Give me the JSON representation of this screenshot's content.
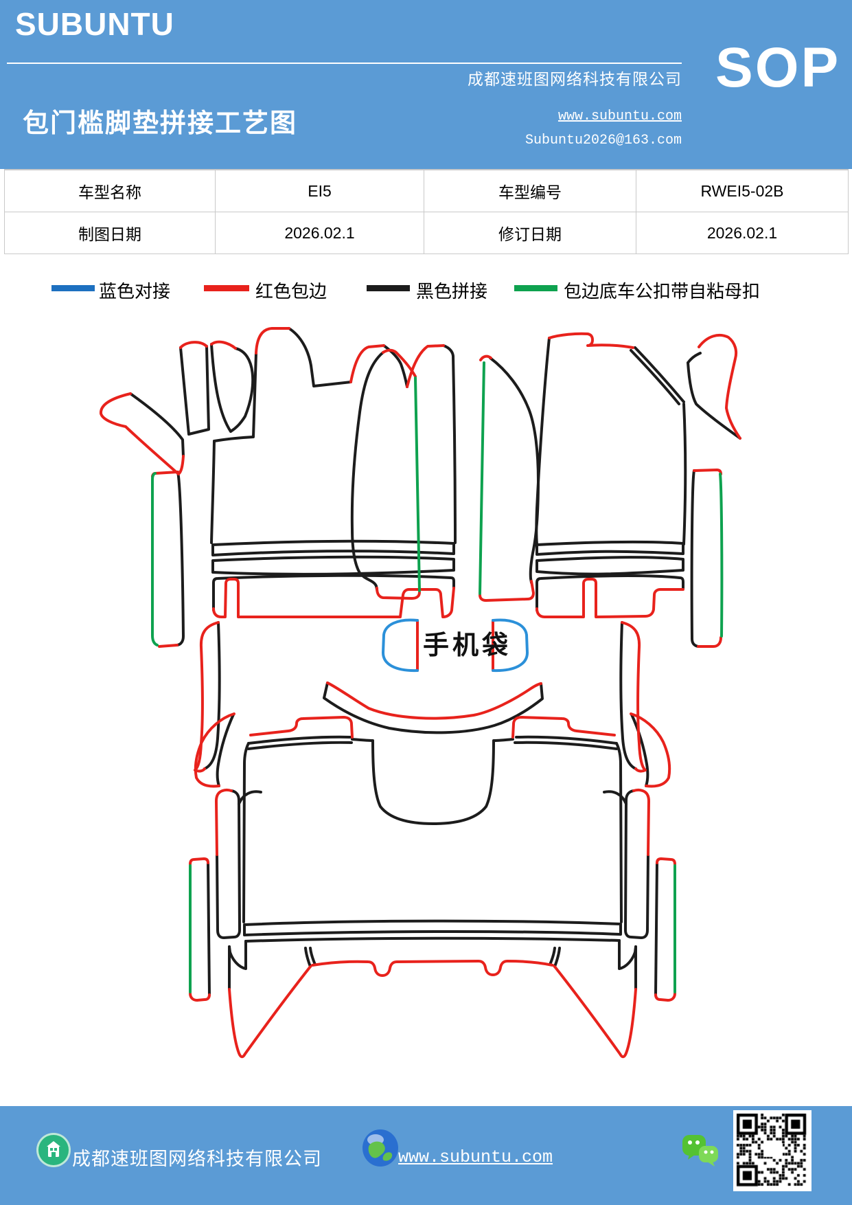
{
  "colors": {
    "banner_blue": "#5b9bd5",
    "stroke_black": "#1c1c1c",
    "stroke_red": "#e8221c",
    "stroke_green": "#0ea24f",
    "stroke_blue": "#2b90d9",
    "table_border": "#c9c9c9",
    "wechat_green": "#54c232",
    "home_icon_green": "#2ab57e",
    "globe_blue": "#2a6fd0"
  },
  "header": {
    "logo": "SUBUNTU",
    "title": "包门槛脚垫拼接工艺图",
    "company": "成都速班图网络科技有限公司",
    "website": "www.subuntu.com",
    "email": "Subuntu2026@163.com",
    "badge": "SOP"
  },
  "info_table": {
    "rows": [
      [
        "车型名称",
        "EI5",
        "车型编号",
        "RWEI5-02B"
      ],
      [
        "制图日期",
        "2026.02.1",
        "修订日期",
        "2026.02.1"
      ]
    ]
  },
  "legend": {
    "items": [
      {
        "label": "蓝色对接",
        "color": "#1d70c0"
      },
      {
        "label": "红色包边",
        "color": "#e8221c"
      },
      {
        "label": "黑色拼接",
        "color": "#1c1c1c"
      },
      {
        "label": "包边底车公扣带自粘母扣",
        "color": "#0ea24f"
      }
    ]
  },
  "diagram": {
    "phone_pocket_label": "手机袋"
  },
  "footer": {
    "company": "成都速班图网络科技有限公司",
    "website": "www.subuntu.com"
  }
}
